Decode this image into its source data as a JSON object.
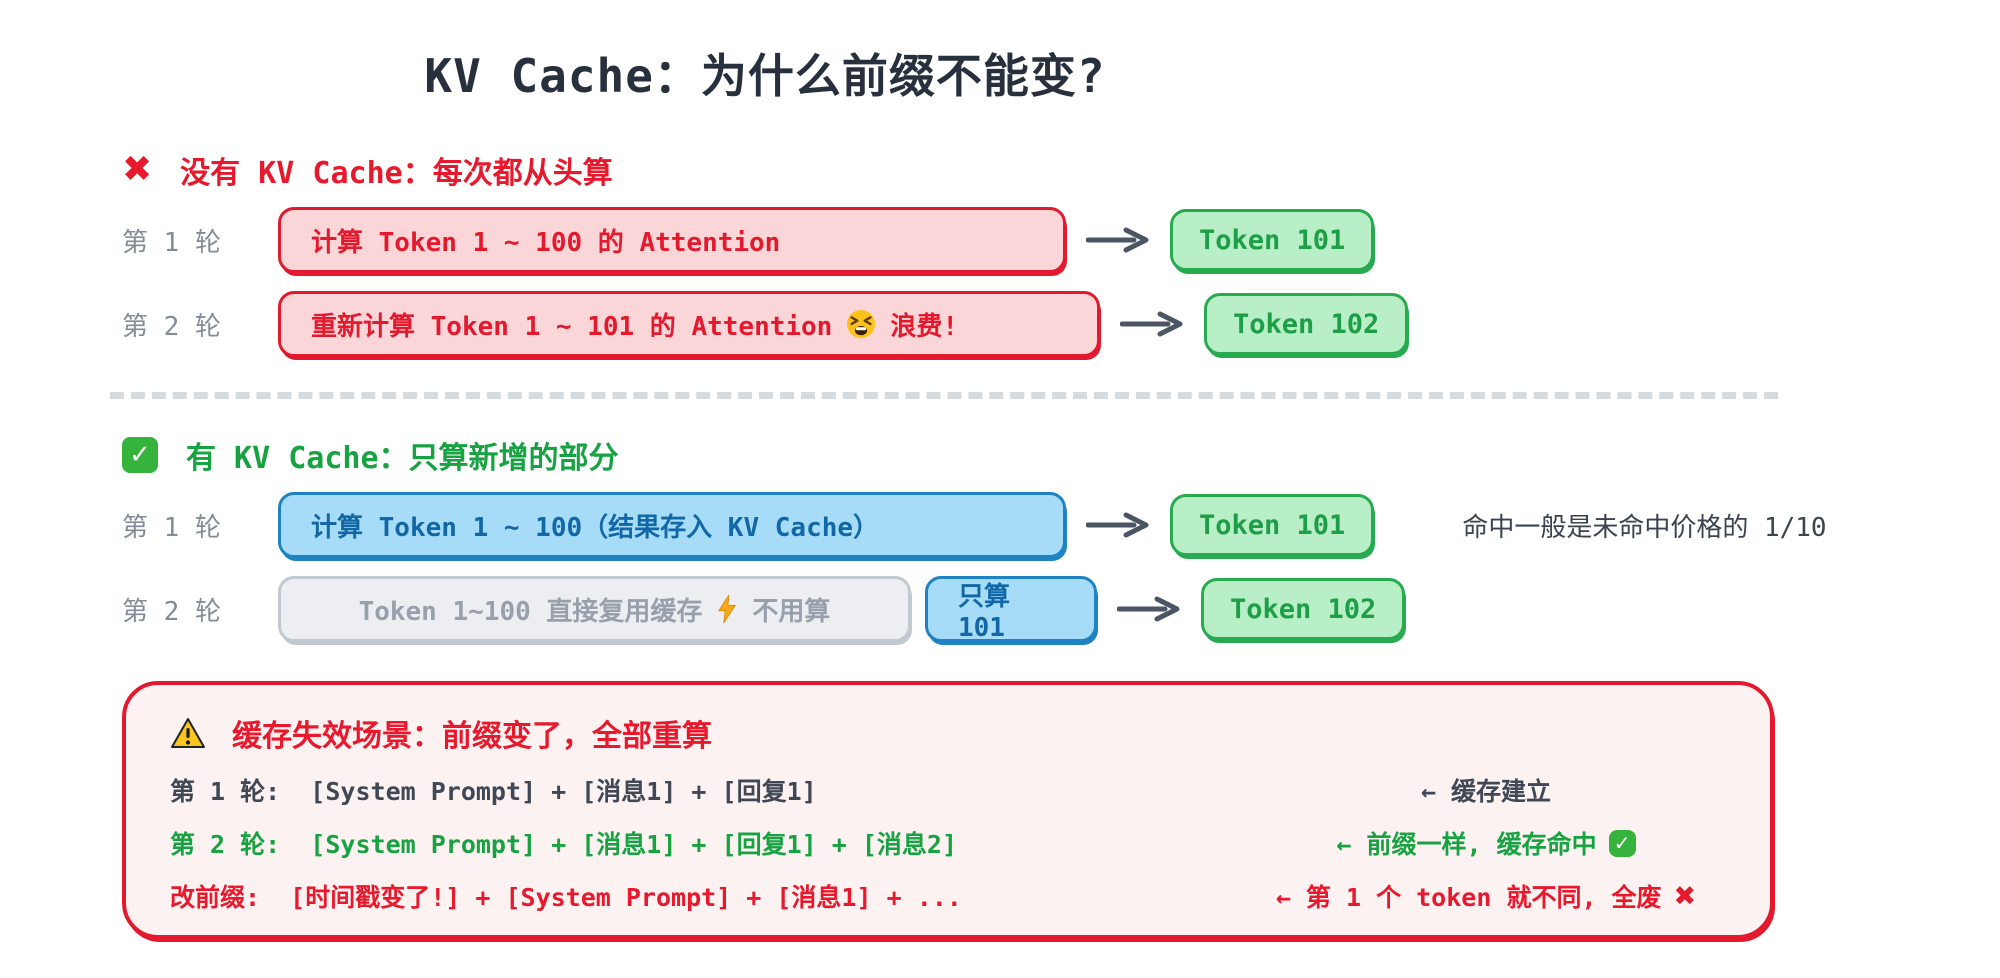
{
  "title": "KV Cache：为什么前缀不能变?",
  "colors": {
    "red_accent": "#e8192d",
    "pink_fill": "#fbd6d8",
    "green_accent": "#28ab50",
    "green_fill": "#b9efc7",
    "green_text": "#17a341",
    "blue_accent": "#1e82c3",
    "blue_fill": "#a6dcf7",
    "gray_fill": "#eceef1",
    "label_gray": "#838c97",
    "arrow_gray": "#4b5563",
    "warning_bg": "#fdf2f2"
  },
  "no_cache": {
    "heading": "没有 KV Cache：每次都从头算",
    "row1": {
      "label": "第 1 轮",
      "box": "计算 Token 1 ~ 100 的 Attention",
      "result": "Token 101"
    },
    "row2": {
      "label": "第 2 轮",
      "box_text": "重新计算 Token 1 ~ 101 的 Attention",
      "box_suffix": "浪费!",
      "result": "Token 102"
    }
  },
  "with_cache": {
    "heading": "有 KV Cache：只算新增的部分",
    "row1": {
      "label": "第 1 轮",
      "box": "计算 Token 1 ~ 100（结果存入 KV Cache）",
      "result": "Token 101",
      "note": "命中一般是未命中价格的 1/10"
    },
    "row2": {
      "label": "第 2 轮",
      "gray_box_text": "Token 1~100 直接复用缓存",
      "gray_box_suffix": "不用算",
      "blue_box": "只算 101",
      "result": "Token 102"
    }
  },
  "warning": {
    "heading": "缓存失效场景：前缀变了，全部重算",
    "row1": {
      "left": "第 1 轮:  [System Prompt] + [消息1] + [回复1]",
      "right": "← 缓存建立"
    },
    "row2": {
      "left": "第 2 轮:  [System Prompt] + [消息1] + [回复1] + [消息2]",
      "right": "← 前缀一样, 缓存命中"
    },
    "row3": {
      "left": "改前缀:  [时间戳变了!] + [System Prompt] + [消息1] + ...",
      "right": "← 第 1 个 token 就不同, 全废"
    }
  }
}
